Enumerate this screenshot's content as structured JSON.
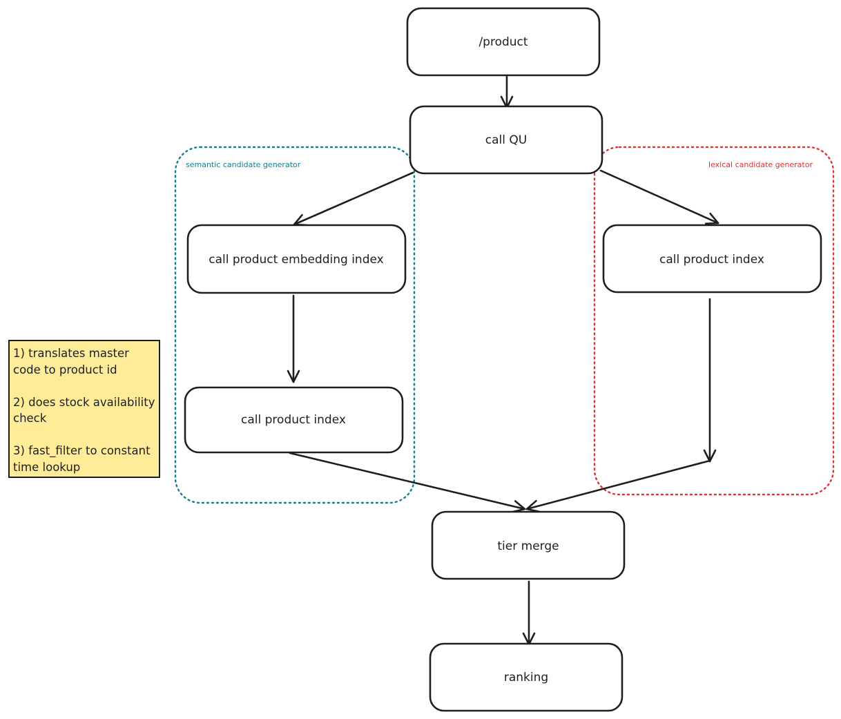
{
  "nodes": {
    "product": "/product",
    "call_qu": "call QU",
    "embedding_index": "call product embedding index",
    "semantic_product_index": "call product index",
    "lexical_product_index": "call product index",
    "tier_merge": "tier merge",
    "ranking": "ranking"
  },
  "groups": {
    "semantic": "semantic candidate generator",
    "lexical": "lexical candidate generator"
  },
  "note": {
    "items": [
      "1) translates master code to product id",
      "2) does stock availability check",
      "3) fast_filter to constant time lookup"
    ]
  },
  "colors": {
    "stroke": "#1e1e1e",
    "semantic_group": "#0c7f91",
    "lexical_group": "#e03131",
    "note_fill": "#ffec99"
  }
}
